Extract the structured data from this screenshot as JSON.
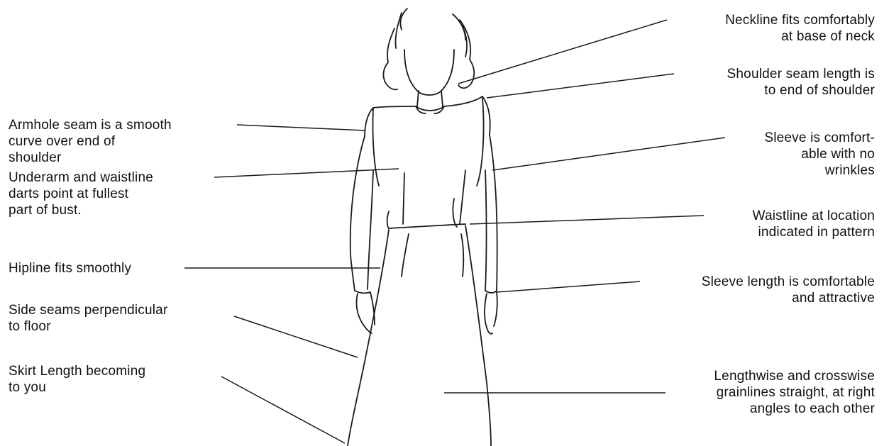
{
  "labels": {
    "neckline": [
      "Neckline fits comfortably",
      "at base of neck"
    ],
    "shoulder_seam": [
      "Shoulder seam length is",
      "to end of shoulder"
    ],
    "sleeve_comfort": [
      "Sleeve is comfort-",
      "able with no",
      "wrinkles"
    ],
    "waistline": [
      "Waistline at location",
      "indicated in pattern"
    ],
    "sleeve_length": [
      "Sleeve length is comfortable",
      "and attractive"
    ],
    "grainlines": [
      "Lengthwise and crosswise",
      "grainlines straight, at right",
      "angles to each other"
    ],
    "armhole": [
      "Armhole seam is a smooth",
      "curve over end of",
      "shoulder"
    ],
    "darts": [
      "Underarm and waistline",
      "darts point at fullest",
      "part of bust."
    ],
    "hipline": [
      "Hipline fits smoothly"
    ],
    "side_seams": [
      "Side seams perpendicular",
      "to floor"
    ],
    "skirt_length": [
      "Skirt Length becoming",
      "to you"
    ]
  },
  "colors": {
    "ink": "#1a1a1a",
    "background": "#ffffff"
  }
}
